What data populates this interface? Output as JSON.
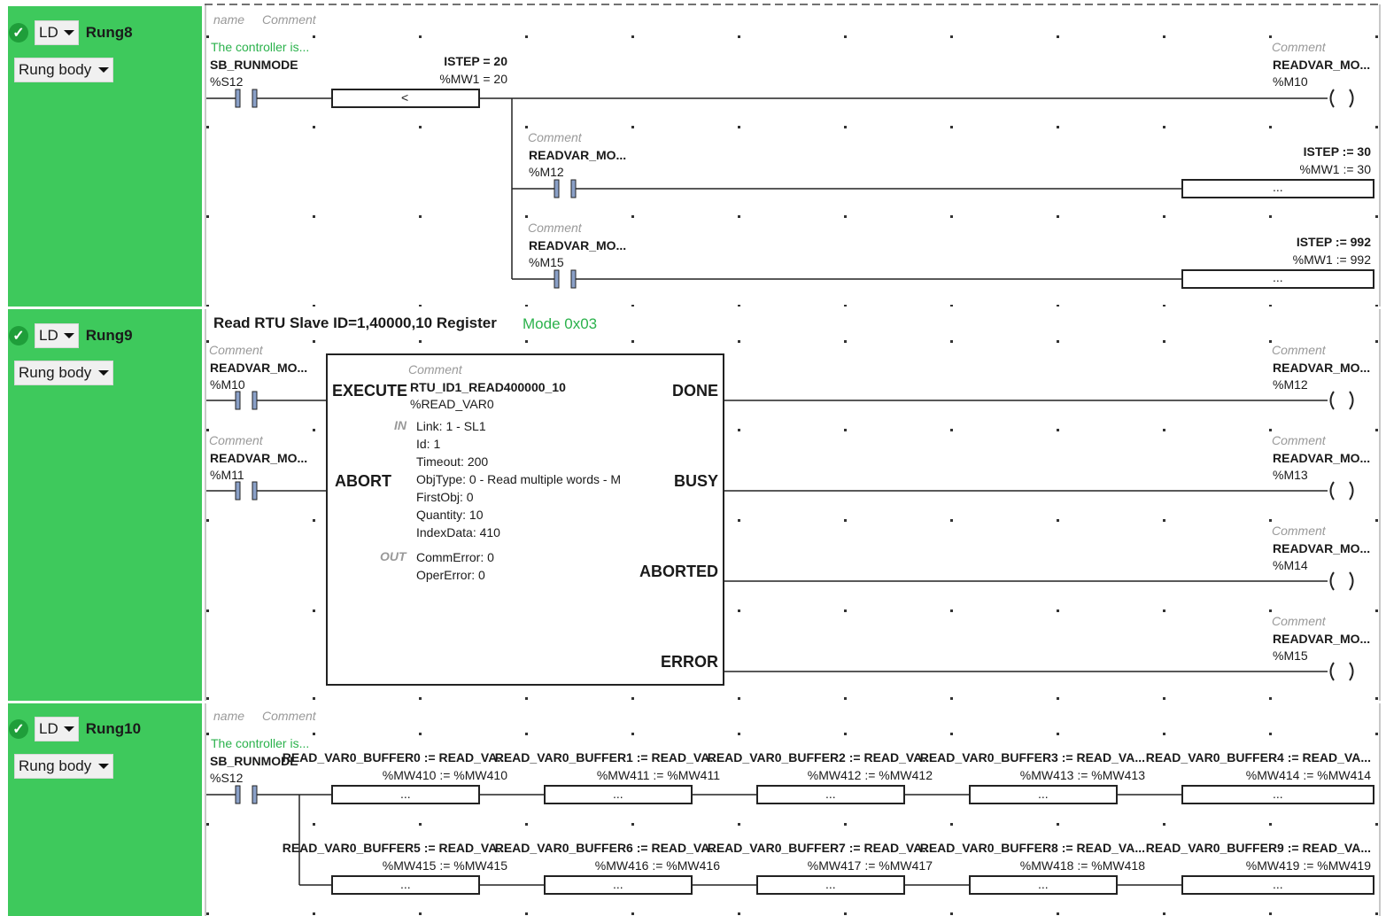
{
  "rungs": [
    {
      "name": "Rung8",
      "lang": "LD",
      "body_label": "Rung body",
      "title_placeholder": "name",
      "comment_placeholder": "Comment",
      "subcomment": "The controller is...",
      "contact_in": {
        "name": "SB_RUNMODE",
        "addr": "%S12"
      },
      "compare": {
        "expr": "ISTEP = 20",
        "expr2": "%MW1 = 20",
        "symbol": "<"
      },
      "coil_top": {
        "comment": "Comment",
        "name": "READVAR_MO...",
        "addr": "%M10"
      },
      "branch1": {
        "comment": "Comment",
        "name": "READVAR_MO...",
        "addr": "%M12",
        "op": "ISTEP := 30",
        "op2": "%MW1 := 30",
        "box": "..."
      },
      "branch2": {
        "comment": "Comment",
        "name": "READVAR_MO...",
        "addr": "%M15",
        "op": "ISTEP := 992",
        "op2": "%MW1 := 992",
        "box": "..."
      }
    },
    {
      "name": "Rung9",
      "lang": "LD",
      "body_label": "Rung body",
      "title": "Read RTU Slave ID=1,40000,10 Register",
      "comment_text": "Mode 0x03",
      "in1": {
        "comment": "Comment",
        "name": "READVAR_MO...",
        "addr": "%M10"
      },
      "in2": {
        "comment": "Comment",
        "name": "READVAR_MO...",
        "addr": "%M11"
      },
      "fb": {
        "comment": "Comment",
        "name": "RTU_ID1_READ400000_10",
        "instance": "%READ_VAR0",
        "pin_execute": "EXECUTE",
        "pin_abort": "ABORT",
        "pin_done": "DONE",
        "pin_busy": "BUSY",
        "pin_aborted": "ABORTED",
        "pin_error": "ERROR",
        "in_label": "IN",
        "out_label": "OUT",
        "in_params": [
          "Link: 1 - SL1",
          "Id: 1",
          "Timeout: 200",
          "ObjType: 0 - Read multiple words - M",
          "FirstObj: 0",
          "Quantity: 10",
          "IndexData: 410"
        ],
        "out_params": [
          "CommError: 0",
          "OperError: 0"
        ]
      },
      "coils": [
        {
          "comment": "Comment",
          "name": "READVAR_MO...",
          "addr": "%M12"
        },
        {
          "comment": "Comment",
          "name": "READVAR_MO...",
          "addr": "%M13"
        },
        {
          "comment": "Comment",
          "name": "READVAR_MO...",
          "addr": "%M14"
        },
        {
          "comment": "Comment",
          "name": "READVAR_MO...",
          "addr": "%M15"
        }
      ]
    },
    {
      "name": "Rung10",
      "lang": "LD",
      "body_label": "Rung body",
      "title_placeholder": "name",
      "comment_placeholder": "Comment",
      "subcomment": "The controller is...",
      "contact_in": {
        "name": "SB_RUNMODE",
        "addr": "%S12"
      },
      "ops_row1": [
        {
          "op": "READ_VAR0_BUFFER0 := READ_VA...",
          "op2": "%MW410 := %MW410",
          "box": "..."
        },
        {
          "op": "READ_VAR0_BUFFER1 := READ_VA...",
          "op2": "%MW411 := %MW411",
          "box": "..."
        },
        {
          "op": "READ_VAR0_BUFFER2 := READ_VA...",
          "op2": "%MW412 := %MW412",
          "box": "..."
        },
        {
          "op": "READ_VAR0_BUFFER3 := READ_VA...",
          "op2": "%MW413 := %MW413",
          "box": "..."
        },
        {
          "op": "READ_VAR0_BUFFER4 := READ_VA...",
          "op2": "%MW414 := %MW414",
          "box": "..."
        }
      ],
      "ops_row2": [
        {
          "op": "READ_VAR0_BUFFER5 := READ_VA...",
          "op2": "%MW415 := %MW415",
          "box": "..."
        },
        {
          "op": "READ_VAR0_BUFFER6 := READ_VA...",
          "op2": "%MW416 := %MW416",
          "box": "..."
        },
        {
          "op": "READ_VAR0_BUFFER7 := READ_VA...",
          "op2": "%MW417 := %MW417",
          "box": "..."
        },
        {
          "op": "READ_VAR0_BUFFER8 := READ_VA...",
          "op2": "%MW418 := %MW418",
          "box": "..."
        },
        {
          "op": "READ_VAR0_BUFFER9 := READ_VA...",
          "op2": "%MW419 := %MW419",
          "box": "..."
        }
      ]
    }
  ],
  "colors": {
    "sidebar": "#3ec95c",
    "check": "#1f9e3a",
    "comment_green": "#2bb24c",
    "wire": "#222222"
  }
}
